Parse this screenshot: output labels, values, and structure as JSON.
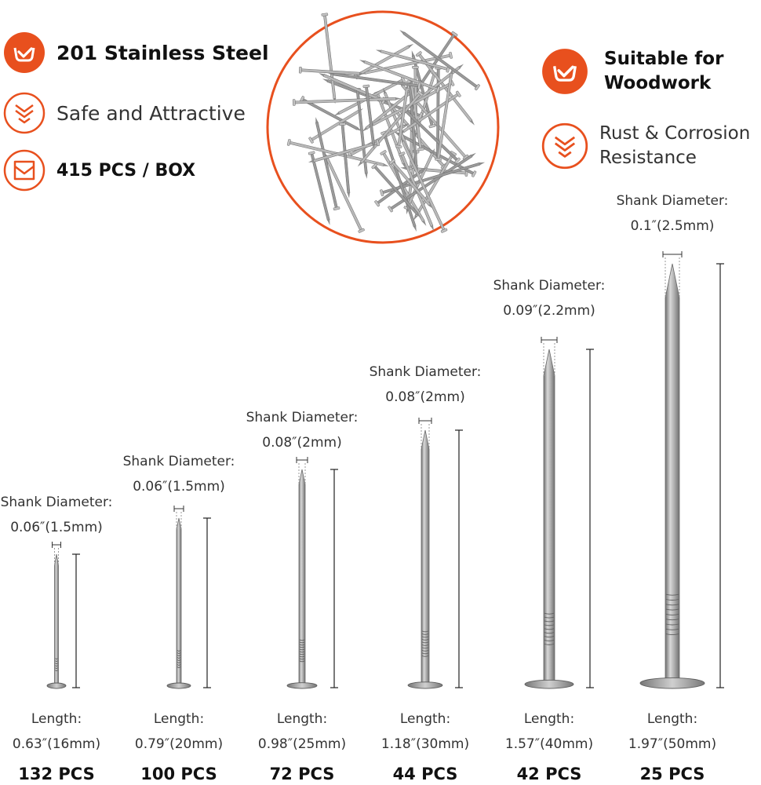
{
  "features_left": [
    {
      "text": "201 Stainless Steel",
      "bold": true,
      "icon": "check-badge-icon"
    },
    {
      "text": "Safe and Attractive",
      "bold": false,
      "icon": "chevron-shield-icon"
    },
    {
      "text": "415 PCS / BOX",
      "bold": true,
      "icon": "box-icon"
    }
  ],
  "features_right": [
    {
      "line1": "Suitable for",
      "line2": "Woodwork",
      "bold": true,
      "icon": "check-badge-icon"
    },
    {
      "line1": "Rust & Corrosion",
      "line2": "Resistance",
      "bold": false,
      "icon": "chevron-shield-icon"
    }
  ],
  "colors": {
    "accent": "#E8501E",
    "steel": "#a9a9a9",
    "steel_dark": "#6e6e6e"
  },
  "nails": [
    {
      "diam_label": "Shank Diameter:",
      "diam": "0.06″(1.5mm)",
      "len_label": "Length:",
      "length": "0.63″(16mm)",
      "count": "132 PCS"
    },
    {
      "diam_label": "Shank Diameter:",
      "diam": "0.06″(1.5mm)",
      "len_label": "Length:",
      "length": "0.79″(20mm)",
      "count": "100 PCS"
    },
    {
      "diam_label": "Shank Diameter:",
      "diam": "0.08″(2mm)",
      "len_label": "Length:",
      "length": "0.98″(25mm)",
      "count": "72 PCS"
    },
    {
      "diam_label": "Shank Diameter:",
      "diam": "0.08″(2mm)",
      "len_label": "Length:",
      "length": "1.18″(30mm)",
      "count": "44 PCS"
    },
    {
      "diam_label": "Shank Diameter:",
      "diam": "0.09″(2.2mm)",
      "len_label": "Length:",
      "length": "1.57″(40mm)",
      "count": "42 PCS"
    },
    {
      "diam_label": "Shank Diameter:",
      "diam": "0.1″(2.5mm)",
      "len_label": "Length:",
      "length": "1.97″(50mm)",
      "count": "25 PCS"
    }
  ]
}
